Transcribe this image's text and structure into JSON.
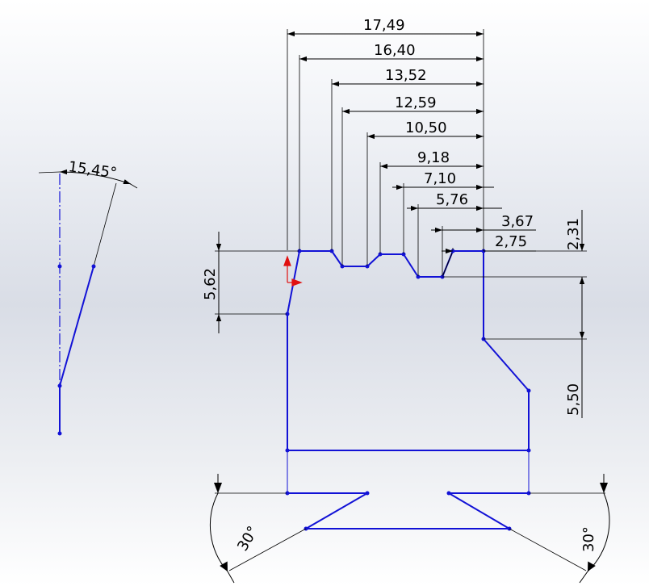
{
  "colors": {
    "sketch_geometry": "#1212d6",
    "dimension": "#000000",
    "origin": "#e01010"
  },
  "dimensions": {
    "horizontal": [
      "17,49",
      "16,40",
      "13,52",
      "12,59",
      "10,50",
      "9,18",
      "7,10",
      "5,76",
      "3,67",
      "2,75"
    ],
    "vertical_left": "5,62",
    "vertical_right_upper": "2,31",
    "vertical_right_lower": "5,50",
    "angle_top": "15,45°",
    "angle_bottom_left": "30°",
    "angle_bottom_right": "30°"
  }
}
